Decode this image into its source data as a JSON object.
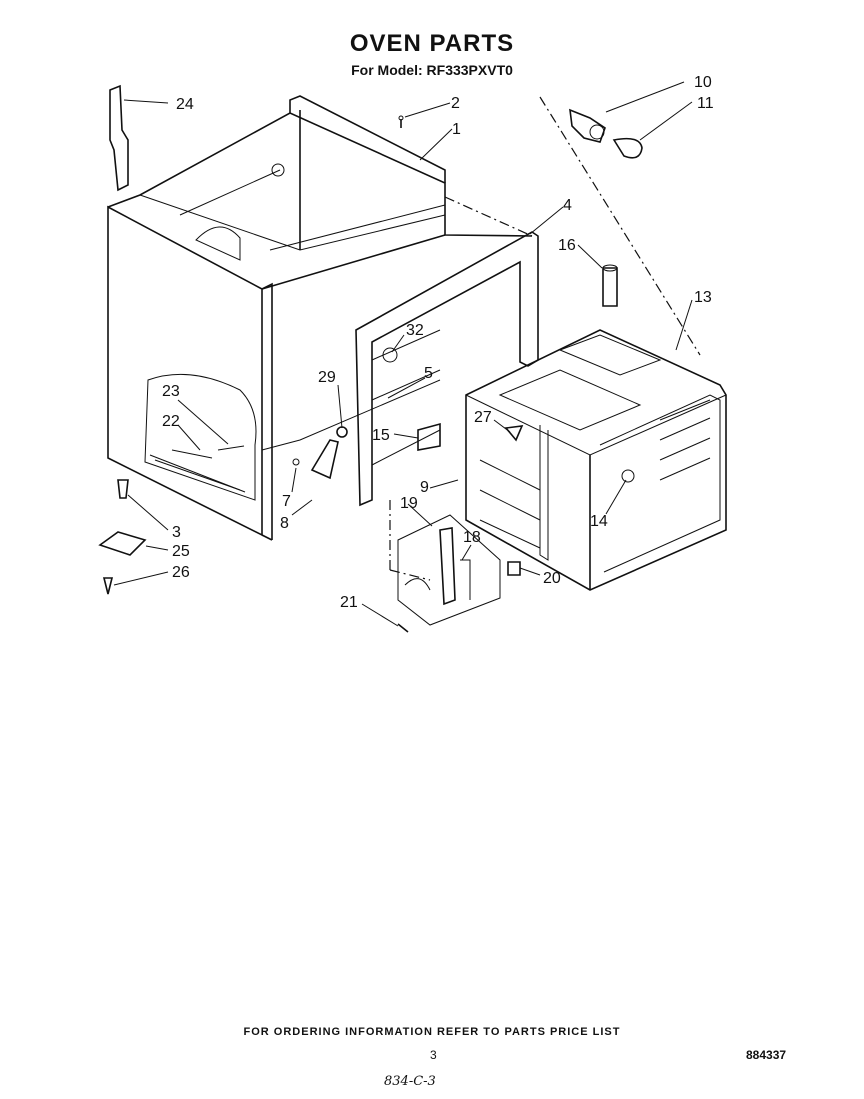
{
  "header": {
    "title": "OVEN PARTS",
    "model_prefix": "For Model:",
    "model_number": "RF333PXVT0"
  },
  "callouts": [
    "1",
    "2",
    "3",
    "4",
    "5",
    "7",
    "8",
    "9",
    "10",
    "11",
    "13",
    "14",
    "15",
    "16",
    "18",
    "19",
    "20",
    "21",
    "22",
    "23",
    "24",
    "25",
    "26",
    "27",
    "29",
    "32"
  ],
  "footer": {
    "ordering_note": "FOR ORDERING INFORMATION REFER TO PARTS PRICE LIST",
    "page_number": "3",
    "document_number": "884337",
    "handwritten_note": "834-C-3"
  }
}
